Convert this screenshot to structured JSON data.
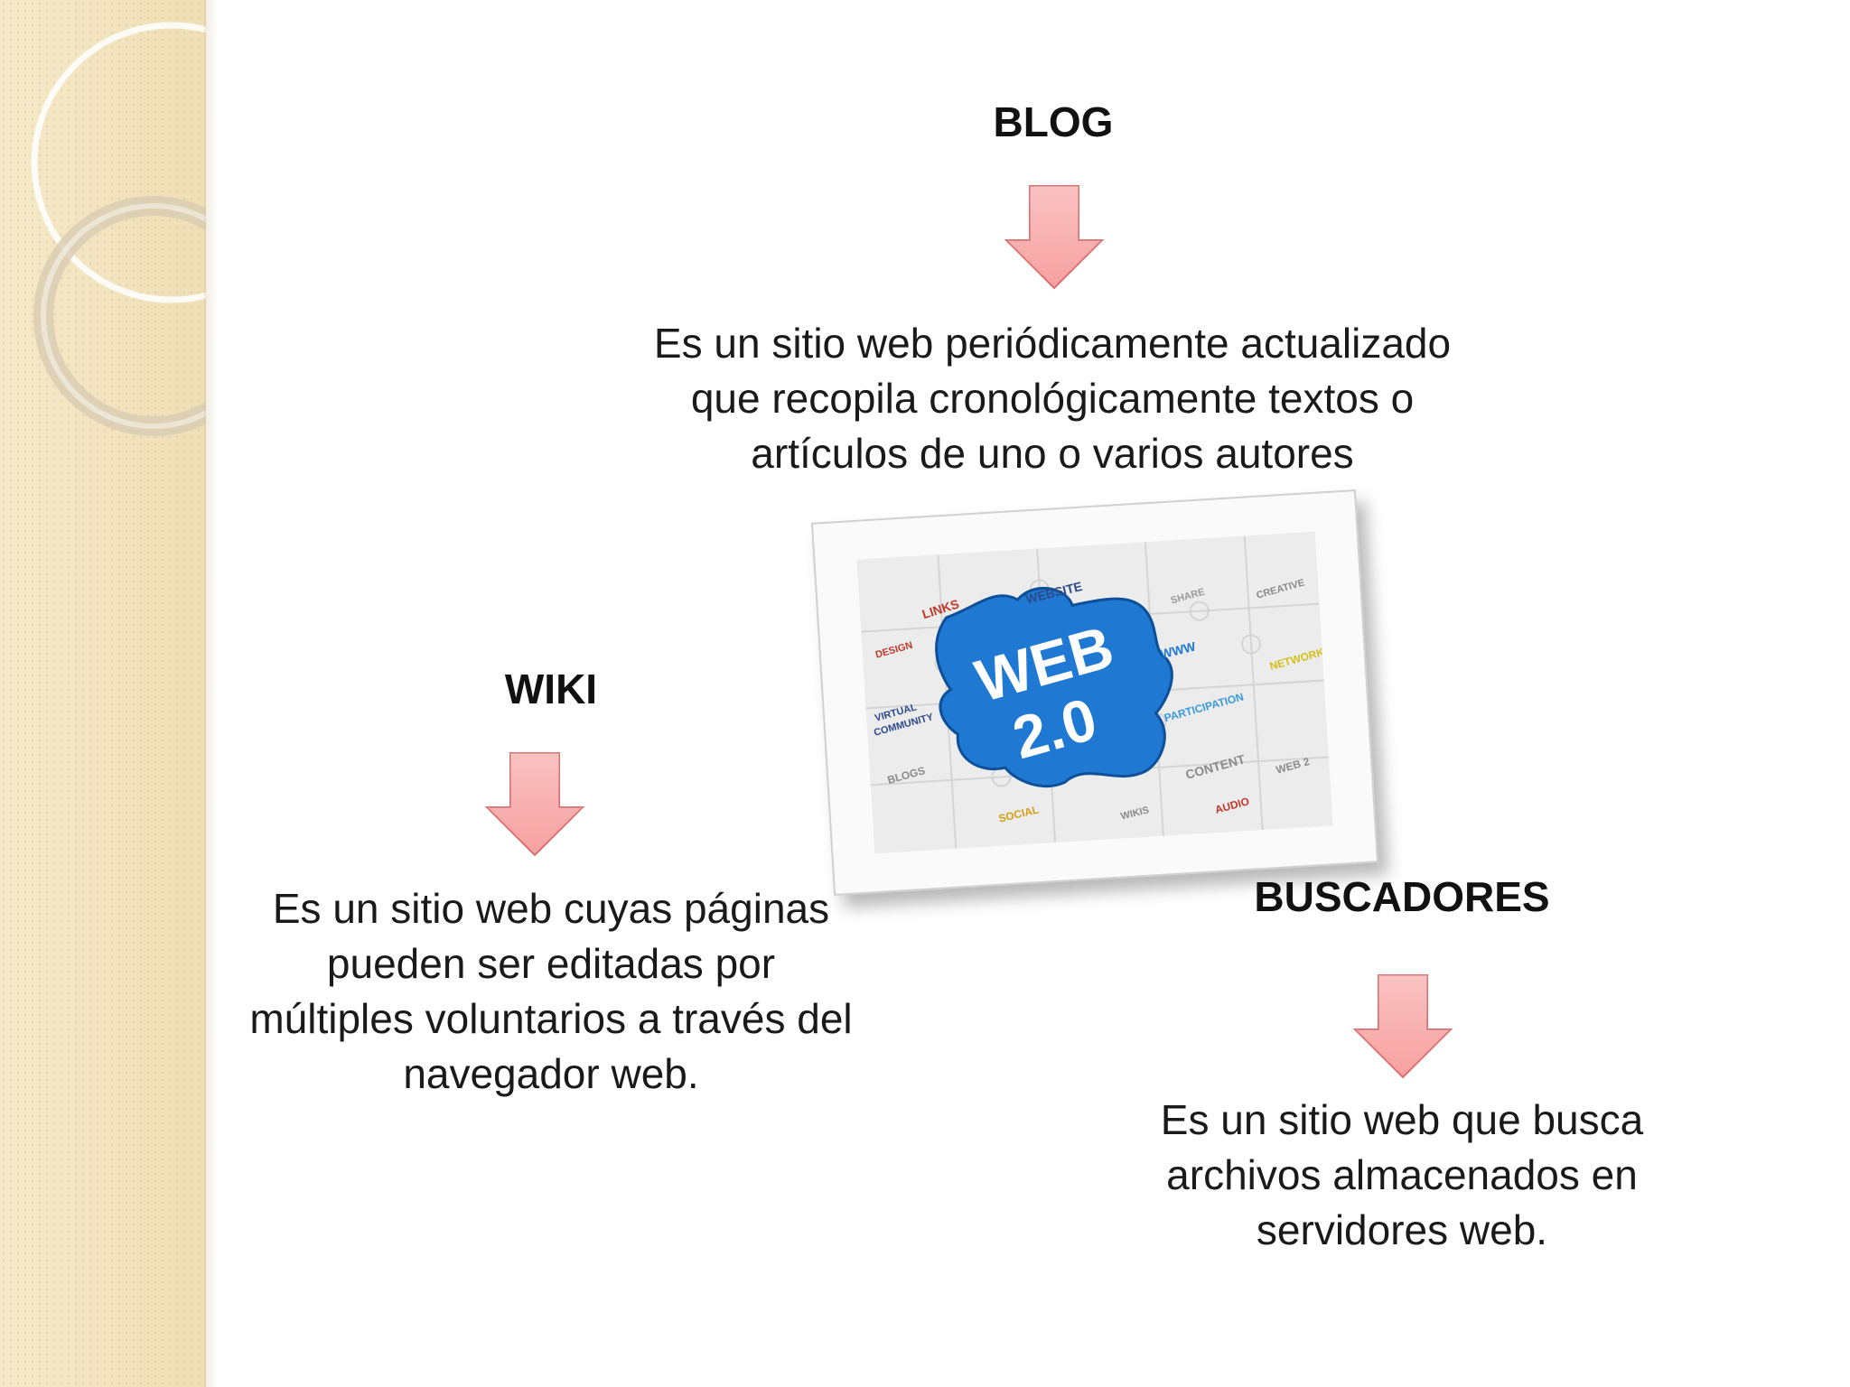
{
  "slide": {
    "blog": {
      "title": "BLOG",
      "lines": [
        "Es un sitio web periódicamente actualizado",
        "que recopila cronológicamente textos o",
        "artículos de uno o varios autores"
      ]
    },
    "wiki": {
      "title": "WIKI",
      "lines": [
        "Es un sitio web cuyas páginas",
        "pueden ser editadas por",
        "múltiples voluntarios a través del",
        "navegador web."
      ]
    },
    "buscadores": {
      "title": "BUSCADORES",
      "lines": [
        "Es un sitio web que busca",
        "archivos almacenados en",
        "servidores web."
      ]
    },
    "image": {
      "main_text": [
        "WEB",
        "2.0"
      ],
      "tags": [
        "LINKS",
        "WEBSITE",
        "WWW",
        "PARTICIPATION",
        "CONTENT",
        "WIKIS",
        "AUDIO",
        "BLOGS",
        "WEB 2",
        "SOCIAL",
        "VIRTUAL",
        "COMMUNITY",
        "CREATIVE",
        "NETWORK",
        "SHARE",
        "DESIGN"
      ]
    }
  },
  "colors": {
    "arrow_fill": "#f59a9a",
    "arrow_stroke": "#d96f6f",
    "puzzle_blue": "#1f78d1"
  }
}
